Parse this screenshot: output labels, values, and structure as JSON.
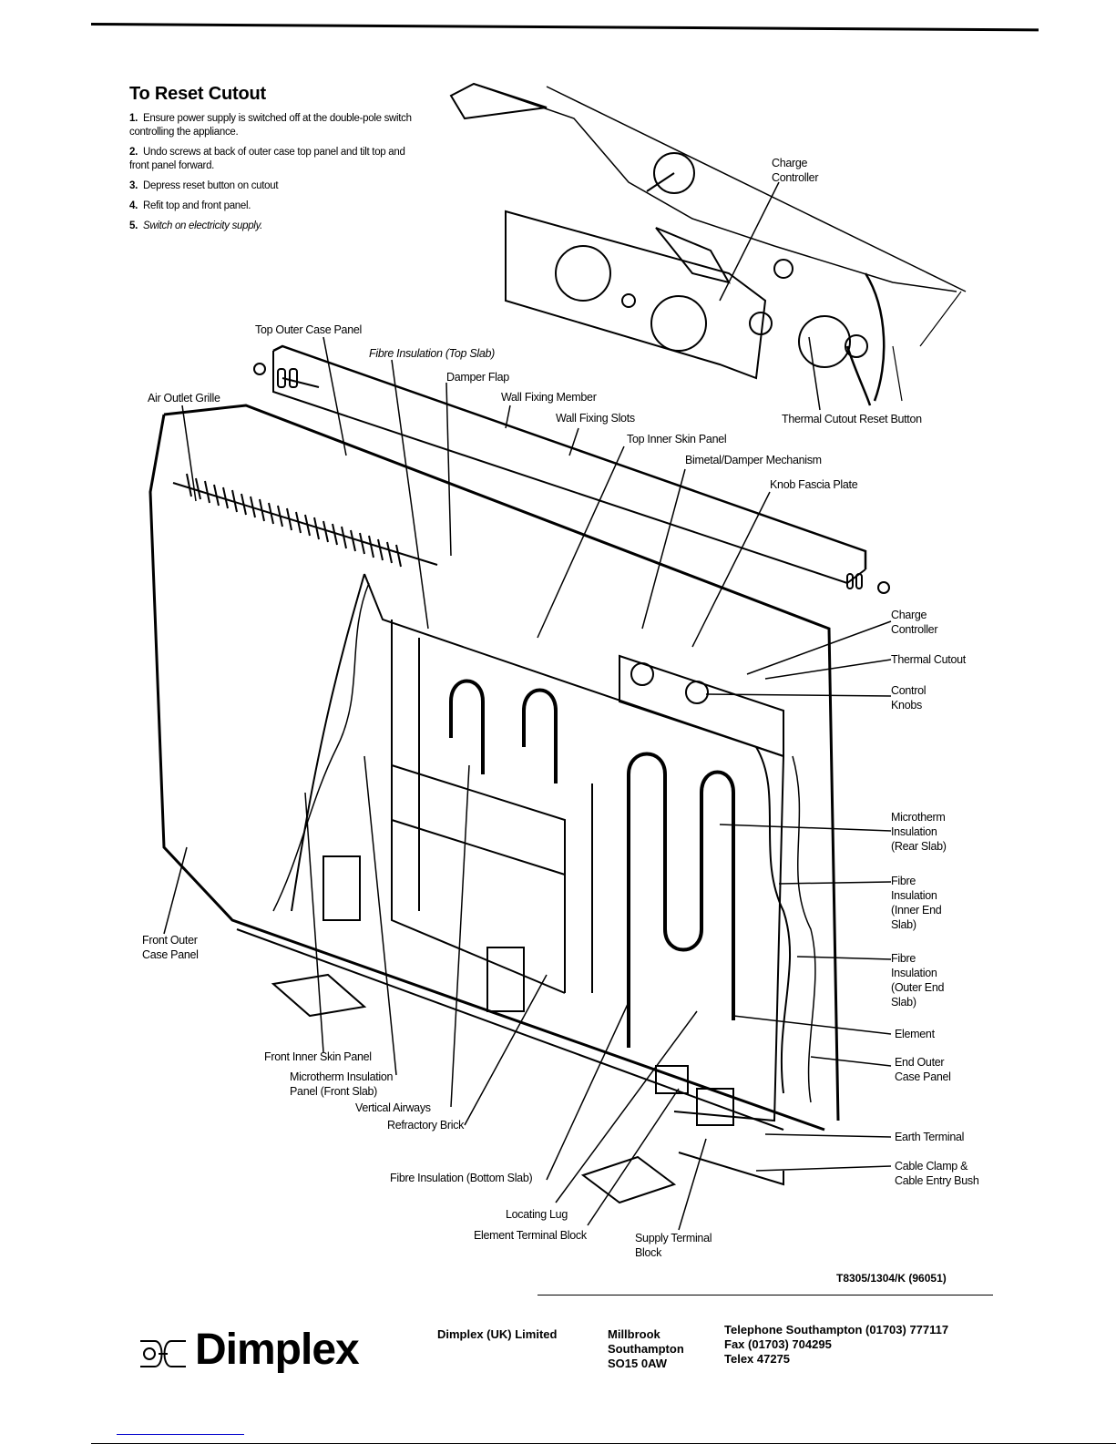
{
  "instructions": {
    "title": "To Reset Cutout",
    "steps": [
      {
        "num": "1.",
        "text": "Ensure power supply is switched off at the double-pole switch controlling the appliance."
      },
      {
        "num": "2.",
        "text": "Undo screws at back of outer case top panel and tilt top and front panel forward."
      },
      {
        "num": "3.",
        "text": "Depress reset button on cutout"
      },
      {
        "num": "4.",
        "text": "Refit top and front panel."
      },
      {
        "num": "5.",
        "text": "Switch on electricity supply."
      }
    ]
  },
  "inset_labels": {
    "charge_controller": "Charge Controller",
    "thermal_cutout_reset_button": "Thermal Cutout Reset Button"
  },
  "labels": {
    "top_outer_case_panel": "Top Outer Case Panel",
    "fibre_insulation_top_slab": "Fibre Insulation (Top Slab)",
    "damper_flap": "Damper Flap",
    "air_outlet_grille": "Air Outlet Grille",
    "wall_fixing_member": "Wall Fixing Member",
    "wall_fixing_slots": "Wall Fixing Slots",
    "top_inner_skin_panel": "Top Inner Skin Panel",
    "bimetal_damper_mechanism": "Bimetal/Damper Mechanism",
    "knob_fascia_plate": "Knob Fascia Plate",
    "charge_controller": "Charge Controller",
    "thermal_cutout": "Thermal Cutout",
    "control_knobs": "Control Knobs",
    "microtherm_rear": "Microtherm Insulation (Rear Slab)",
    "fibre_inner_end": "Fibre Insulation (Inner End Slab)",
    "fibre_outer_end": "Fibre Insulation (Outer End Slab)",
    "element": "Element",
    "end_outer_case_panel": "End Outer Case Panel",
    "earth_terminal": "Earth Terminal",
    "cable_clamp": "Cable Clamp & Cable Entry Bush",
    "front_outer_case_panel": "Front Outer Case Panel",
    "front_inner_skin_panel": "Front Inner Skin Panel",
    "microtherm_front": "Microtherm Insulation Panel (Front Slab)",
    "vertical_airways": "Vertical Airways",
    "refractory_brick": "Refractory Brick",
    "fibre_bottom_slab": "Fibre Insulation (Bottom Slab)",
    "locating_lug": "Locating Lug",
    "element_terminal_block": "Element Terminal Block",
    "supply_terminal_block": "Supply Terminal Block"
  },
  "document_ref": "T8305/1304/K (96051)",
  "footer": {
    "brand": "Dimplex",
    "company": "Dimplex (UK) Limited",
    "address": [
      "Millbrook",
      "Southampton",
      "SO15 0AW"
    ],
    "contact": [
      "Telephone Southampton (01703) 777117",
      "Fax (01703) 704295",
      "Telex 47275"
    ]
  }
}
